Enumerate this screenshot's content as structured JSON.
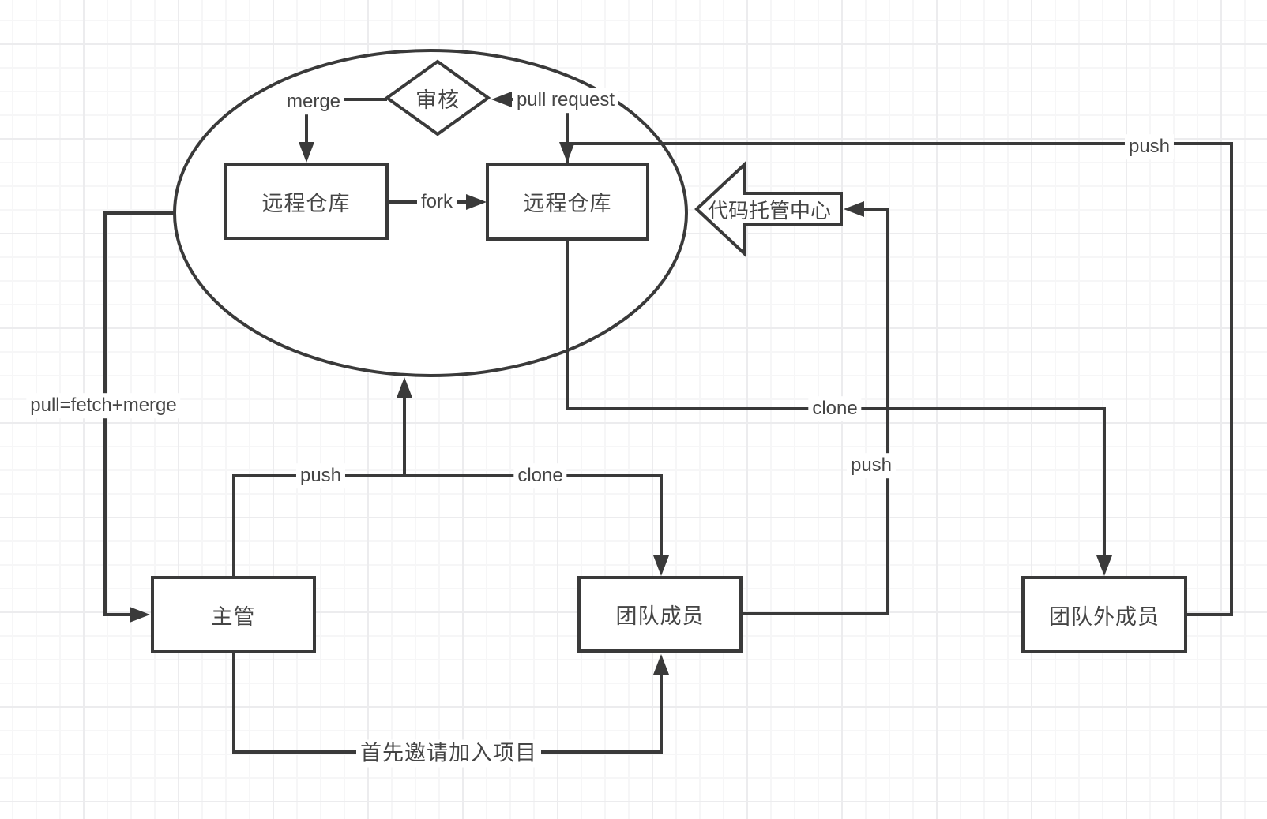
{
  "diagram": {
    "nodes": {
      "review": {
        "label": "审核",
        "shape": "diamond"
      },
      "remote_repo_left": {
        "label": "远程仓库",
        "shape": "rect"
      },
      "remote_repo_right": {
        "label": "远程仓库",
        "shape": "rect"
      },
      "code_hosting_center": {
        "label": "代码托管中心",
        "shape": "block-arrow-left"
      },
      "supervisor": {
        "label": "主管",
        "shape": "rect"
      },
      "team_member": {
        "label": "团队成员",
        "shape": "rect"
      },
      "external_member": {
        "label": "团队外成员",
        "shape": "rect"
      }
    },
    "edges": {
      "merge": {
        "label": "merge"
      },
      "fork": {
        "label": "fork"
      },
      "pull_request": {
        "label": "pull request"
      },
      "push_external_to_fork": {
        "label": "push"
      },
      "pull_fetch_merge": {
        "label": "pull=fetch+merge"
      },
      "push_supervisor_to_repo": {
        "label": "push"
      },
      "clone_repo_to_team_member": {
        "label": "clone"
      },
      "clone_fork_to_external": {
        "label": "clone"
      },
      "push_team_member_to_hosting": {
        "label": "push"
      },
      "invite_supervisor_to_member": {
        "label": "首先邀请加入项目"
      }
    },
    "colors": {
      "stroke": "#3a3a3a",
      "text": "#454545",
      "label_background": "#ffffff",
      "canvas": "#ffffff",
      "grid_minor": "#f6f6f7",
      "grid_major": "#ececee"
    }
  }
}
